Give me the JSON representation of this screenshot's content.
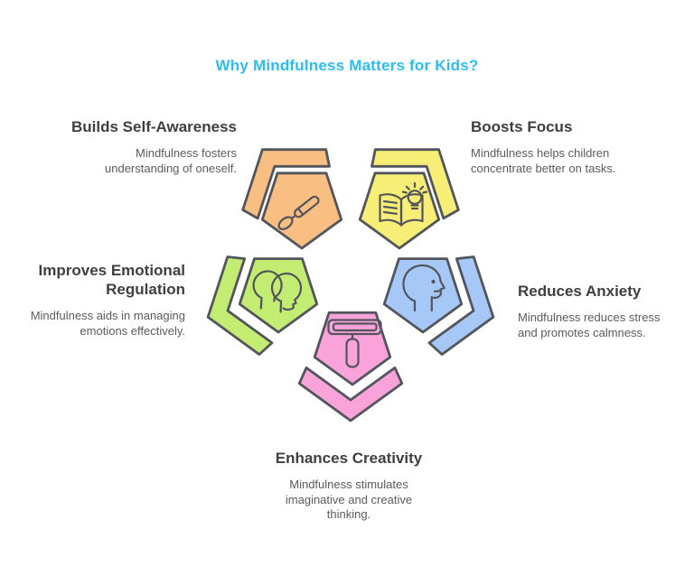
{
  "title": "Why Mindfulness Matters for Kids?",
  "colors": {
    "background": "#FFFFFF",
    "title": "#2BBDF2",
    "heading": "#3E3F42",
    "description": "#5B5B5B",
    "stroke": "#53555C"
  },
  "items": [
    {
      "id": "self-awareness",
      "position": "top-left",
      "color": "#F9BE81",
      "icon": "paintbrush",
      "heading_lines": [
        "Builds Self-Awareness"
      ],
      "description_lines": [
        "Mindfulness fosters",
        "understanding of oneself."
      ]
    },
    {
      "id": "focus",
      "position": "top-right",
      "color": "#F7EE77",
      "icon": "open-book-lightbulb",
      "heading_lines": [
        "Boosts Focus"
      ],
      "description_lines": [
        "Mindfulness helps children",
        "concentrate better on tasks."
      ]
    },
    {
      "id": "emotional-regulation",
      "position": "middle-left",
      "color": "#C2ED72",
      "icon": "overlapping-heads",
      "heading_lines": [
        "Improves Emotional",
        "Regulation"
      ],
      "description_lines": [
        "Mindfulness aids in managing",
        "emotions effectively."
      ]
    },
    {
      "id": "anxiety",
      "position": "middle-right",
      "color": "#A5C8F6",
      "icon": "head-profile",
      "heading_lines": [
        "Reduces Anxiety"
      ],
      "description_lines": [
        "Mindfulness reduces stress",
        "and promotes calmness."
      ]
    },
    {
      "id": "creativity",
      "position": "bottom",
      "color": "#F9A3DA",
      "icon": "paint-roller",
      "heading_lines": [
        "Enhances Creativity"
      ],
      "description_lines": [
        "Mindfulness stimulates",
        "imaginative and creative",
        "thinking."
      ]
    }
  ]
}
